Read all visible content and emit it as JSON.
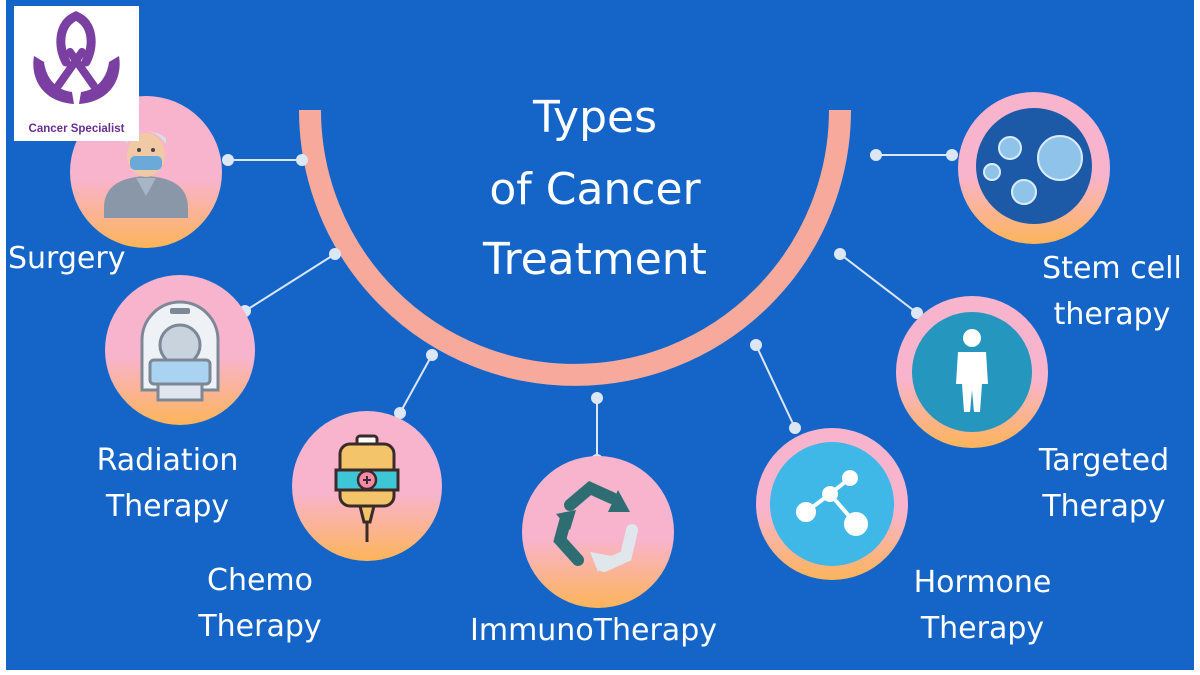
{
  "title": {
    "line1": "Types",
    "line2": "of Cancer",
    "line3": "Treatment"
  },
  "logo": {
    "text": "Cancer Specialist"
  },
  "treatments": {
    "surgery": "Surgery",
    "radiation": {
      "line1": "Radiation",
      "line2": "Therapy"
    },
    "chemo": {
      "line1": "Chemo",
      "line2": "Therapy"
    },
    "immuno": "ImmunoTherapy",
    "hormone": {
      "line1": "Hormone",
      "line2": "Therapy"
    },
    "targeted": {
      "line1": "Targeted",
      "line2": "Therapy"
    },
    "stem_cell": {
      "line1": "Stem cell",
      "line2": "therapy"
    }
  },
  "colors": {
    "background": "#1565c8",
    "arc": "#f7a99b",
    "circle_pink": "#f8b4cc",
    "circle_orange": "#fdb45a",
    "connector": "#dbe7f5",
    "logo_purple": "#7a3fa0"
  }
}
